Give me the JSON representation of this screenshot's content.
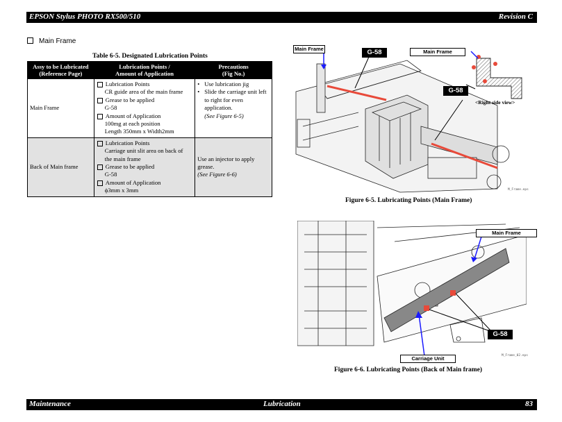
{
  "header": {
    "left": "EPSON Stylus PHOTO RX500/510",
    "right": "Revision C"
  },
  "footer": {
    "left": "Maintenance",
    "center": "Lubrication",
    "right": "83"
  },
  "section": {
    "title": "Main Frame"
  },
  "table": {
    "caption": "Table 6-5.  Designated Lubrication Points",
    "headers": {
      "col1": [
        "Assy to be Lubricated",
        "(Reference Page)"
      ],
      "col2": [
        "Lubrication Points /",
        "Amount of Application"
      ],
      "col3": [
        "Precautions",
        "(Fig No.)"
      ]
    },
    "rows": [
      {
        "assy": "Main Frame",
        "points": [
          {
            "title": "Lubrication Points",
            "lines": [
              "CR guide area of the main frame"
            ]
          },
          {
            "title": "Grease to be applied",
            "lines": [
              "G-58"
            ]
          },
          {
            "title": "Amount of Application",
            "lines": [
              "100mg at each position",
              "Length 350mm x Width2mm"
            ]
          }
        ],
        "precautions": [
          "Use lubrication jig",
          "Slide the carriage unit left",
          "to right for even",
          "application."
        ],
        "ref": "(See Figure 6-5)"
      },
      {
        "assy": "Back of Main frame",
        "points": [
          {
            "title": "Lubrication Points",
            "lines": [
              "Carriage unit slit area on back of",
              "the main frame"
            ]
          },
          {
            "title": "Grease to be applied",
            "lines": [
              "G-58"
            ]
          },
          {
            "title": "Amount of Application",
            "lines": [
              "ϕ3mm x 3mm"
            ]
          }
        ],
        "precautions": [
          "Use an injector to apply",
          "grease."
        ],
        "ref": "(See Figure 6-6)"
      }
    ]
  },
  "figure1": {
    "caption": "Figure 6-5.  Lubricating Points (Main Frame)",
    "label_main": "Main Frame",
    "label_main2": "Main Frame",
    "tag1": "G-58",
    "tag2": "G-58",
    "side_view": "<Right side view>",
    "file": "M_Frame.eps"
  },
  "figure2": {
    "caption": "Figure 6-6.  Lubricating Points (Back of Main frame)",
    "label_main": "Main Frame",
    "label_carriage": "Carriage Unit",
    "tag": "G-58",
    "file": "M_Frame_02.eps"
  },
  "colors": {
    "grease": "#e84a3a",
    "arrow": "#1a1aff",
    "shade": "#e2e2e2"
  }
}
